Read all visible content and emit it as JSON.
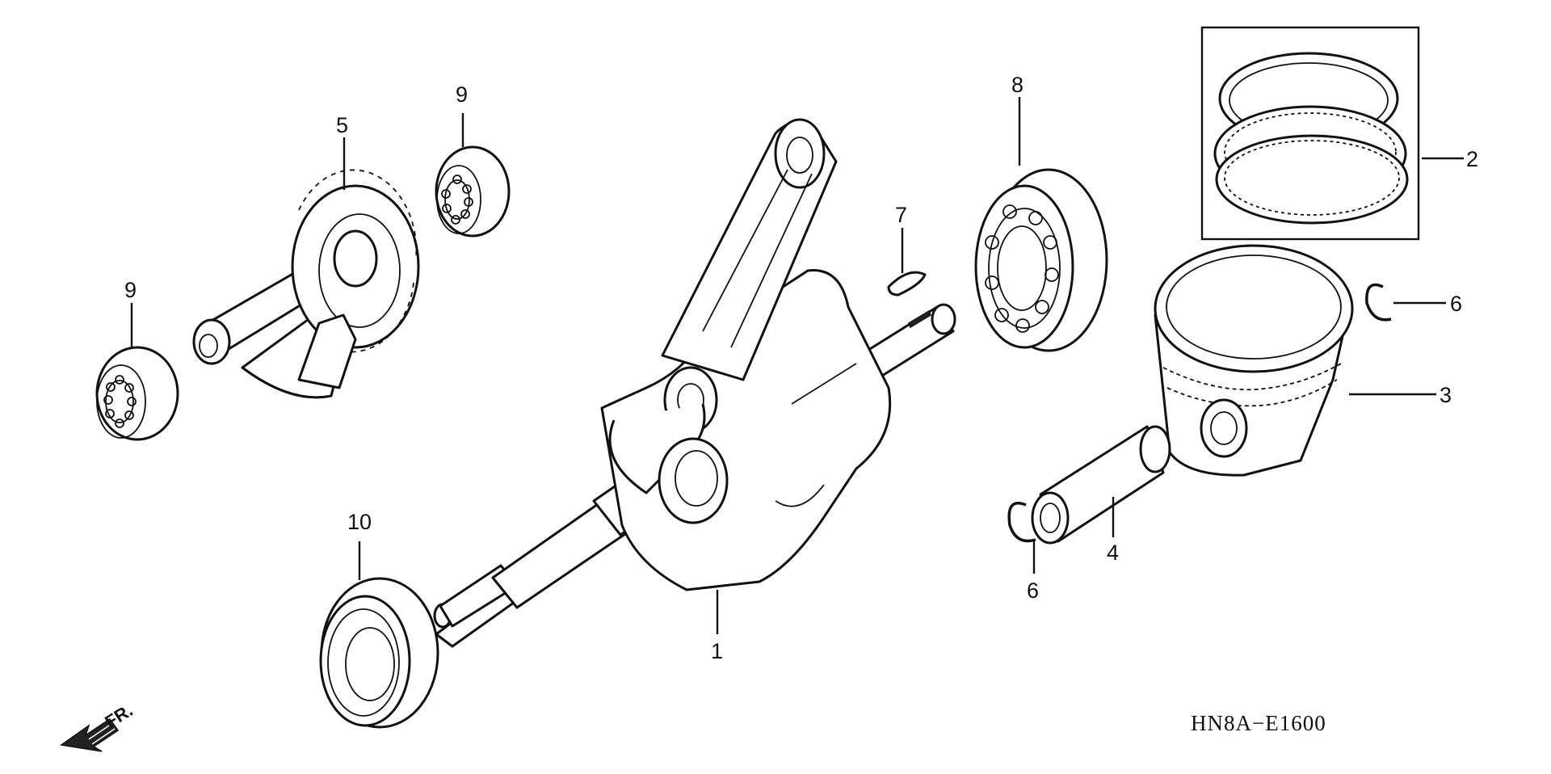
{
  "diagram": {
    "code": "HN8A−E1600",
    "direction_label": "FR.",
    "callouts": [
      {
        "id": "1",
        "text": "1"
      },
      {
        "id": "2",
        "text": "2"
      },
      {
        "id": "3",
        "text": "3"
      },
      {
        "id": "4",
        "text": "4"
      },
      {
        "id": "5",
        "text": "5"
      },
      {
        "id": "6a",
        "text": "6"
      },
      {
        "id": "6b",
        "text": "6"
      },
      {
        "id": "7",
        "text": "7"
      },
      {
        "id": "8",
        "text": "8"
      },
      {
        "id": "9a",
        "text": "9"
      },
      {
        "id": "9b",
        "text": "9"
      },
      {
        "id": "10",
        "text": "10"
      }
    ],
    "icons": [
      "front-direction-arrow-icon"
    ]
  }
}
